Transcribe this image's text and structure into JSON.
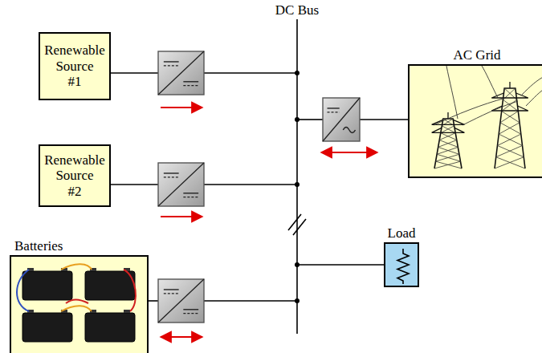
{
  "diagram": {
    "nodes": [
      {
        "text": [
          "Renewable Source #1"
        ]
      },
      {
        "text": [
          "AC Grid"
        ]
      },
      {
        "text": [
          "Renewable Source #2"
        ]
      },
      {
        "text": [
          "Load"
        ]
      },
      {
        "text": [
          "Batteries"
        ]
      }
    ],
    "labels": [
      "DC Bus"
    ]
  }
}
